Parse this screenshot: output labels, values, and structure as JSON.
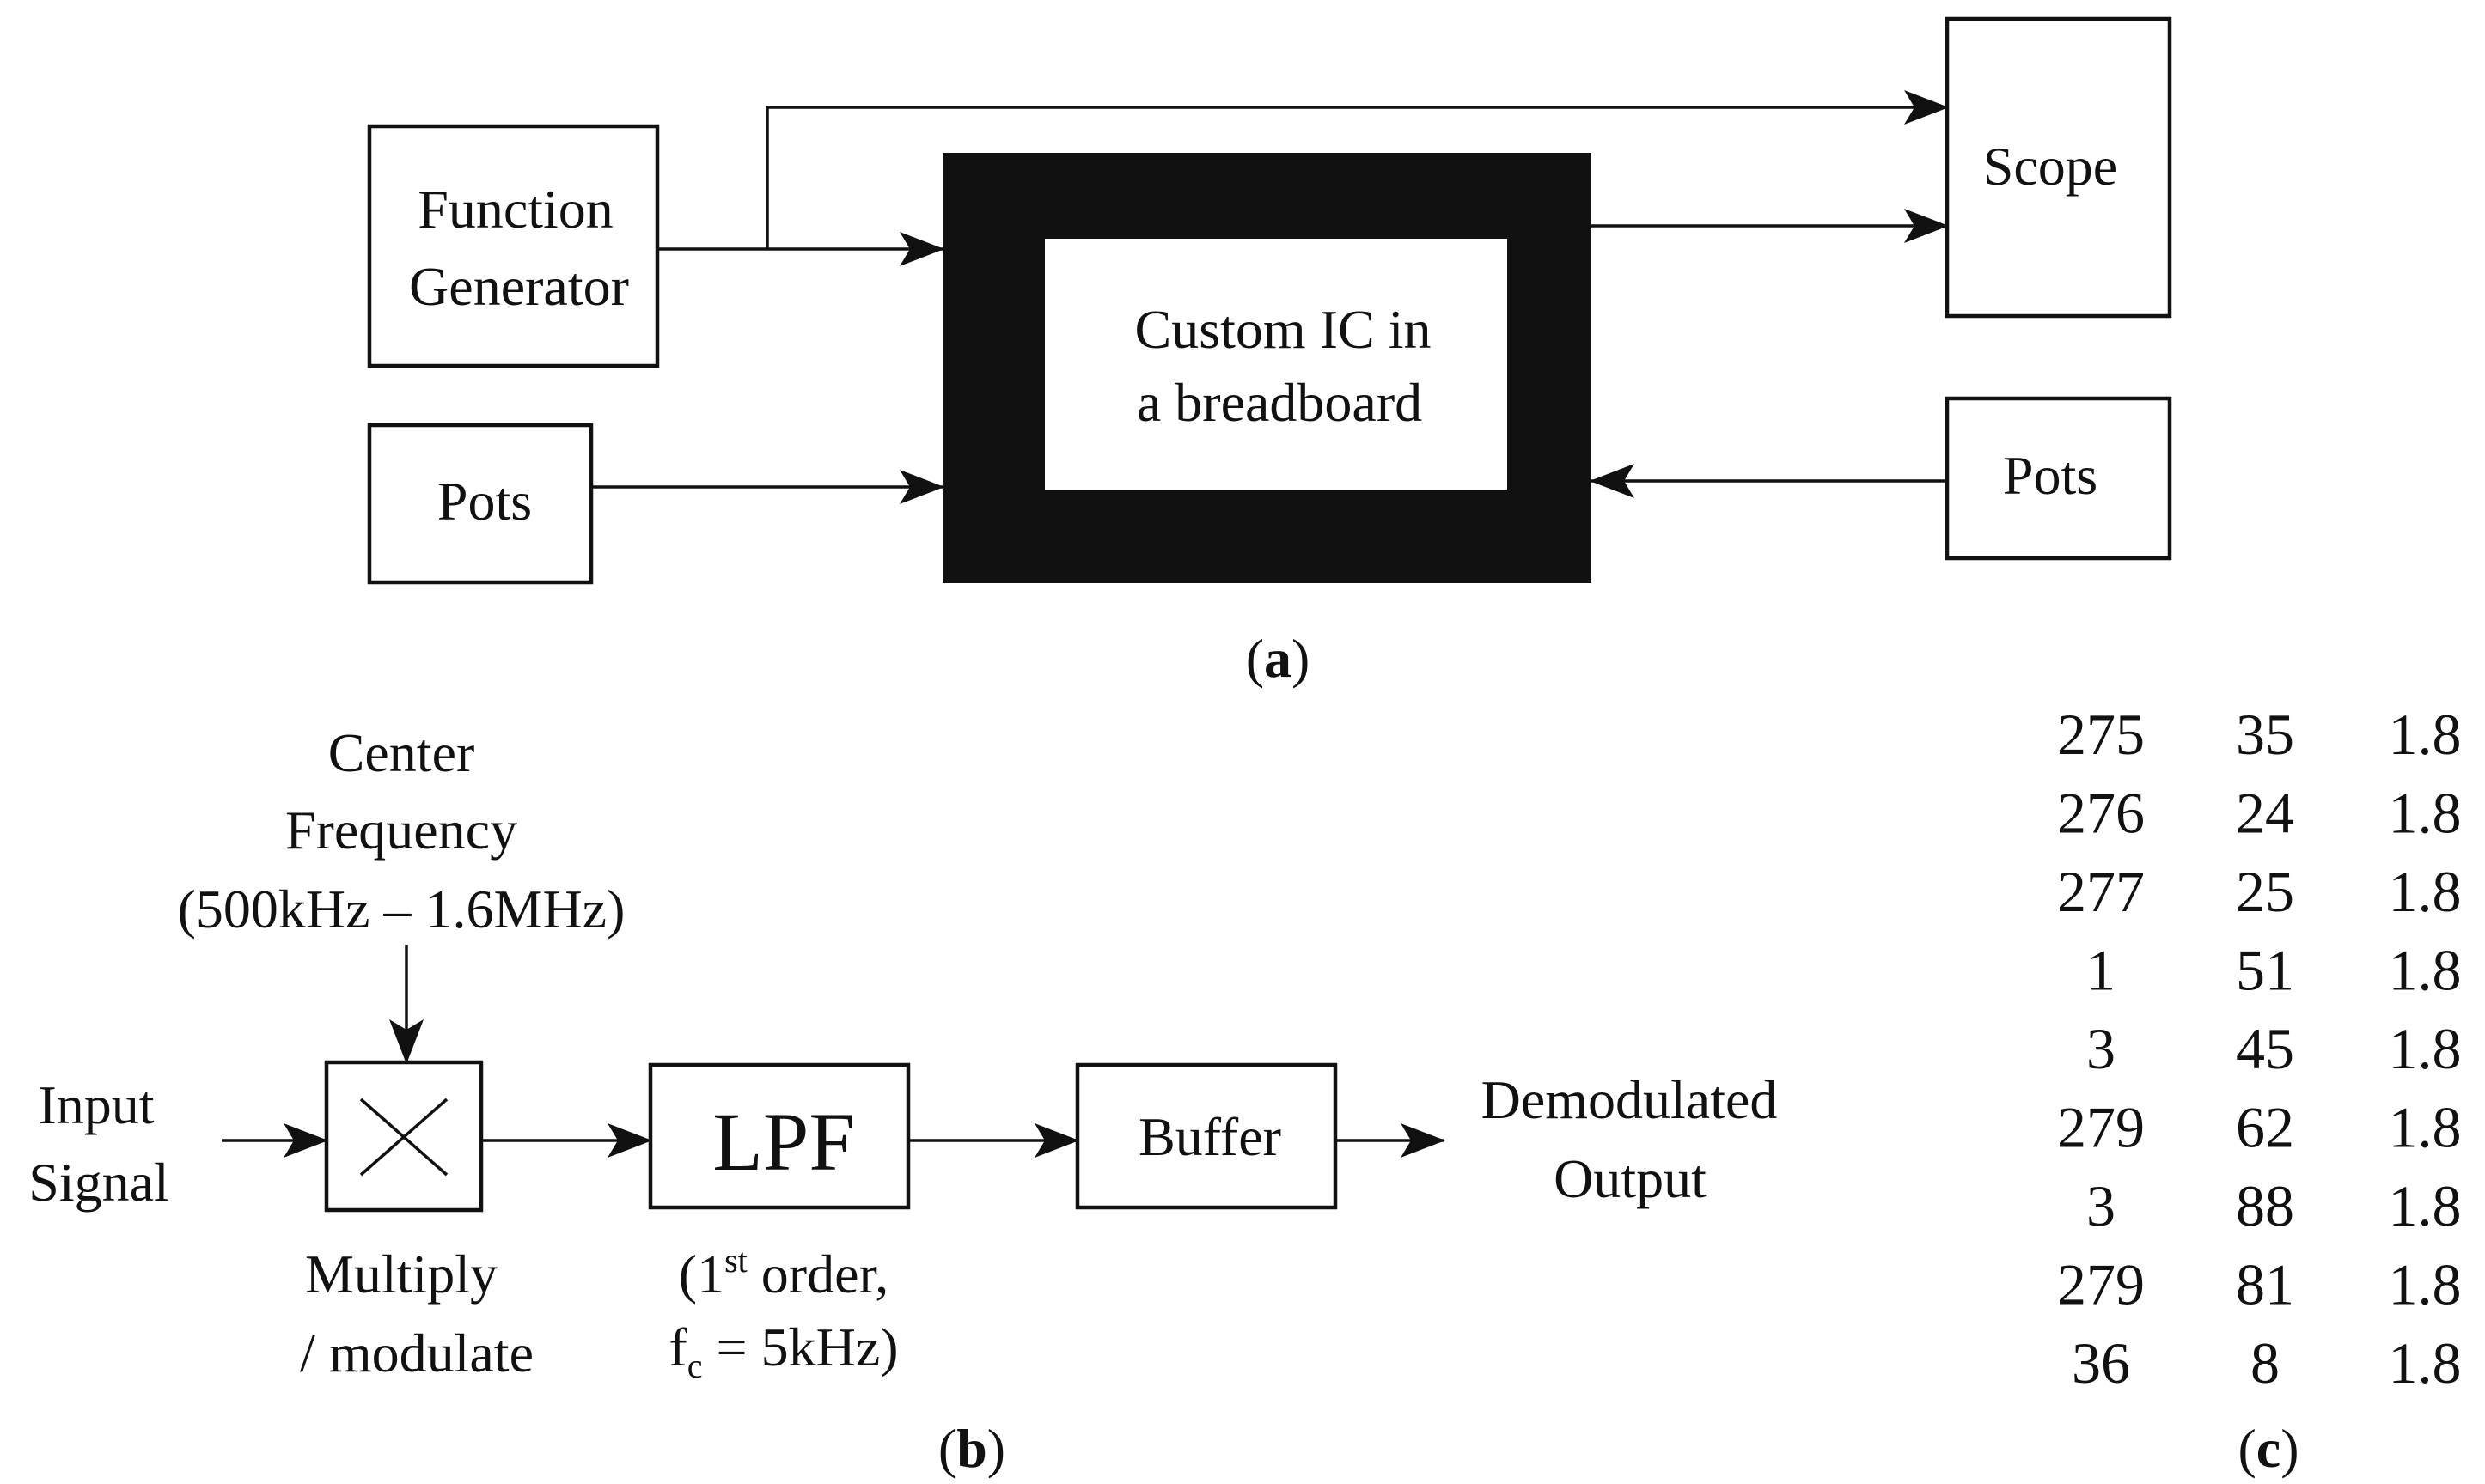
{
  "panel_a": {
    "function_generator": [
      "Function",
      "Generator"
    ],
    "pots_left": "Pots",
    "custom_ic": [
      "Custom IC in",
      "a breadboard"
    ],
    "scope": "Scope",
    "pots_right": "Pots",
    "caption_open": "(",
    "caption_letter": "a",
    "caption_close": ")"
  },
  "panel_b": {
    "center_frequency": [
      "Center",
      "Frequency",
      "(500kHz – 1.6MHz)"
    ],
    "input_signal": [
      "Input",
      "Signal"
    ],
    "multiply": [
      "Multiply",
      "/ modulate"
    ],
    "lpf": "LPF",
    "lpf_note": {
      "open": "(1",
      "sup": "st",
      "rest": " order,",
      "f": "f",
      "sub": "c",
      "eq": " = 5kHz)"
    },
    "buffer": "Buffer",
    "output": [
      "Demodulated",
      "Output"
    ],
    "caption_open": "(",
    "caption_letter": "b",
    "caption_close": ")"
  },
  "panel_c": {
    "rows": [
      [
        "275",
        "35",
        "1.8"
      ],
      [
        "276",
        "24",
        "1.8"
      ],
      [
        "277",
        "25",
        "1.8"
      ],
      [
        "1",
        "51",
        "1.8"
      ],
      [
        "3",
        "45",
        "1.8"
      ],
      [
        "279",
        "62",
        "1.8"
      ],
      [
        "3",
        "88",
        "1.8"
      ],
      [
        "279",
        "81",
        "1.8"
      ],
      [
        "36",
        "8",
        "1.8"
      ]
    ],
    "caption_open": "(",
    "caption_letter": "c",
    "caption_close": ")"
  }
}
